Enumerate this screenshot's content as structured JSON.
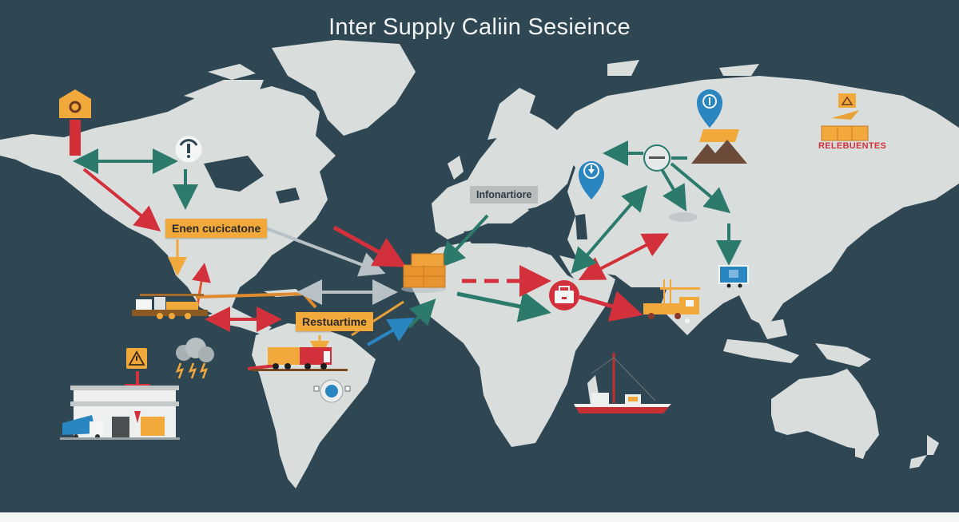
{
  "title": "Inter Supply Caliin Sesieince",
  "labels": {
    "north_america": "Enen cucicatone",
    "south_america": "Restuartime",
    "europe": "Infonartiore",
    "east_asia": "RELEBUENTES"
  },
  "colors": {
    "ocean": "#2f4653",
    "land": "#d9dedd",
    "orange_label": "#f2a93b",
    "red_arrow": "#d2303a",
    "teal_arrow": "#2b7a6b",
    "gray_arrow": "#b8c2c6",
    "blue_pin": "#2a86c0"
  },
  "icons": [
    {
      "name": "home-gear-icon",
      "region": "alaska"
    },
    {
      "name": "info-alert-icon",
      "region": "canada"
    },
    {
      "name": "freight-train-icon",
      "region": "mexico"
    },
    {
      "name": "storm-cloud-icon",
      "region": "caribbean"
    },
    {
      "name": "warning-icon",
      "region": "warehouse"
    },
    {
      "name": "warehouse-icon",
      "region": "south-west"
    },
    {
      "name": "delivery-truck-icon",
      "region": "south-america"
    },
    {
      "name": "globe-network-icon",
      "region": "brazil"
    },
    {
      "name": "cargo-boxes-icon",
      "region": "west-africa"
    },
    {
      "name": "briefcase-hub-icon",
      "region": "east-africa"
    },
    {
      "name": "cargo-ship-icon",
      "region": "indian-ocean"
    },
    {
      "name": "location-pin-download-icon",
      "region": "russia-west"
    },
    {
      "name": "location-pin-info-icon",
      "region": "siberia"
    },
    {
      "name": "mountain-solar-icon",
      "region": "siberia"
    },
    {
      "name": "drone-hub-icon",
      "region": "central-asia"
    },
    {
      "name": "crane-truck-icon",
      "region": "india"
    },
    {
      "name": "monitor-cart-icon",
      "region": "china"
    },
    {
      "name": "resources-crates-icon",
      "region": "far-east"
    }
  ]
}
